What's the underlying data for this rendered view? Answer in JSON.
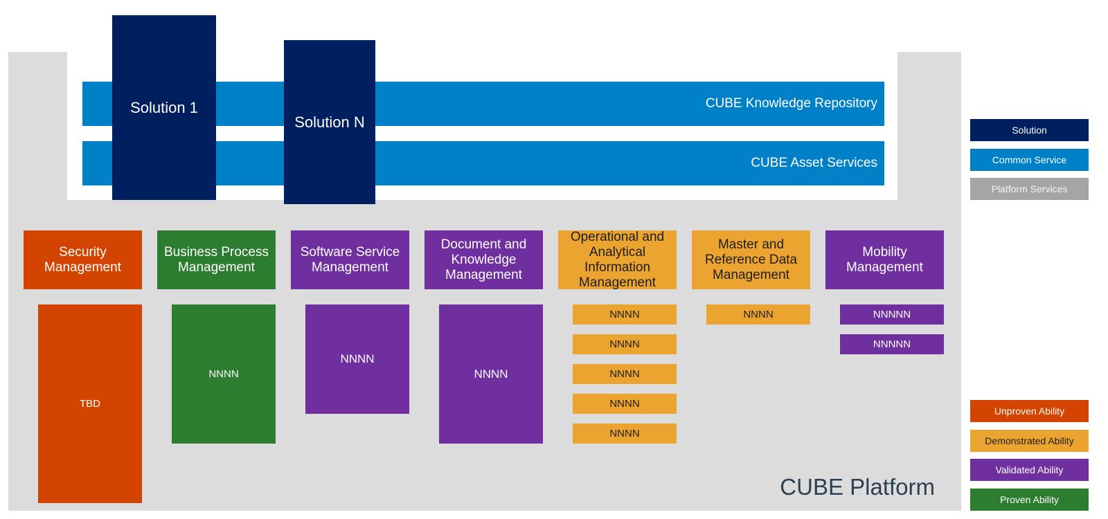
{
  "platform": {
    "label": "CUBE Platform"
  },
  "common_services": [
    {
      "label": "CUBE Knowledge Repository"
    },
    {
      "label": "CUBE Asset Services"
    }
  ],
  "solutions": [
    {
      "label": "Solution 1"
    },
    {
      "label": "Solution N"
    }
  ],
  "categories": [
    {
      "label": "Security Management",
      "ability": "Unproven Ability",
      "color": "#d24400",
      "items": [
        "TBD"
      ]
    },
    {
      "label": "Business Process Management",
      "ability": "Proven Ability",
      "color": "#2d7d30",
      "items": [
        "NNNN"
      ]
    },
    {
      "label": "Software Service Management",
      "ability": "Validated Ability",
      "color": "#6f2f9f",
      "items": [
        "NNNN"
      ]
    },
    {
      "label": "Document and Knowledge Management",
      "ability": "Validated Ability",
      "color": "#6f2f9f",
      "items": [
        "NNNN"
      ]
    },
    {
      "label": "Operational and Analytical Information Management",
      "ability": "Demonstrated Ability",
      "color": "#eca431",
      "items": [
        "NNNN",
        "NNNN",
        "NNNN",
        "NNNN",
        "NNNN"
      ]
    },
    {
      "label": "Master and Reference Data Management",
      "ability": "Demonstrated Ability",
      "color": "#eca431",
      "items": [
        "NNNN"
      ]
    },
    {
      "label": "Mobility Management",
      "ability": "Validated Ability",
      "color": "#6f2f9f",
      "items": [
        "NNNNN",
        "NNNNN"
      ]
    }
  ],
  "legend_types": [
    {
      "label": "Solution",
      "color": "#001f5e"
    },
    {
      "label": "Common Service",
      "color": "#0080c7"
    },
    {
      "label": "Platform Services",
      "color": "#a5a5a5"
    }
  ],
  "legend_abilities": [
    {
      "label": "Unproven Ability",
      "color": "#d24400"
    },
    {
      "label": "Demonstrated Ability",
      "color": "#eca431"
    },
    {
      "label": "Validated Ability",
      "color": "#6f2f9f"
    },
    {
      "label": "Proven Ability",
      "color": "#2d7d30"
    }
  ]
}
